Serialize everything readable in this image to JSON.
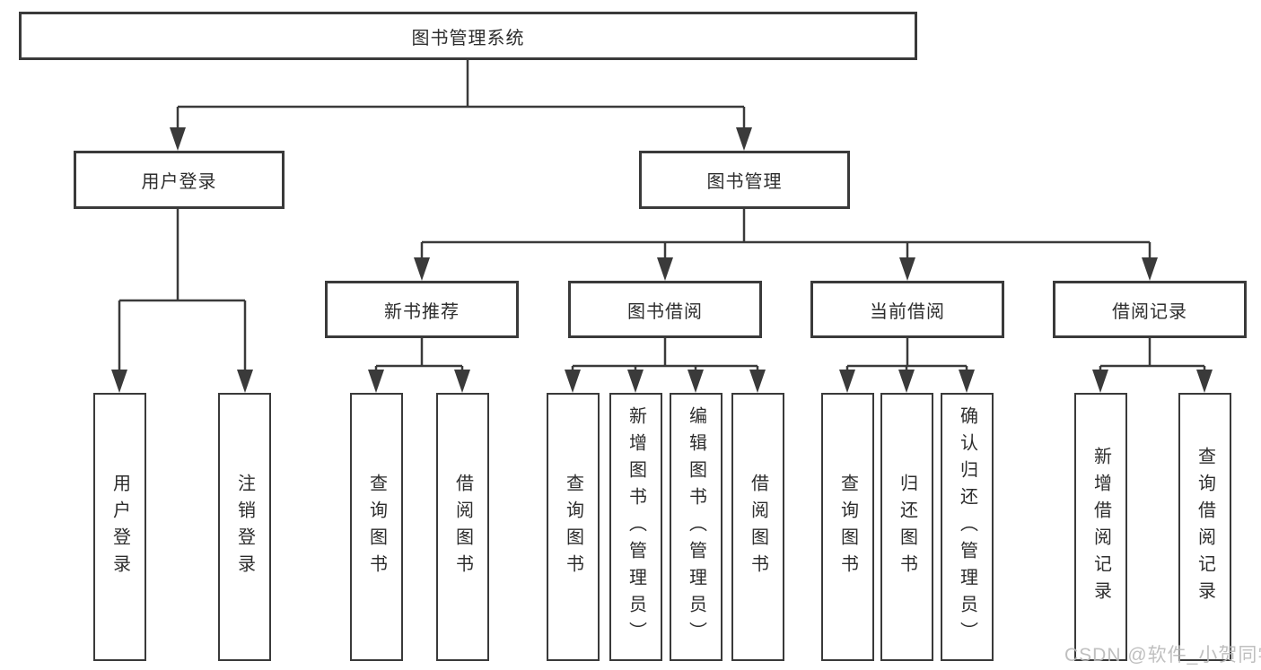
{
  "root_label": "图书管理系统",
  "level2": [
    {
      "label": "用户登录"
    },
    {
      "label": "图书管理"
    }
  ],
  "login_children": [
    "用户登录",
    "注销登录"
  ],
  "groups": [
    {
      "label": "新书推荐",
      "children": [
        "查询图书",
        "借阅图书"
      ]
    },
    {
      "label": "图书借阅",
      "children": [
        "查询图书",
        "新增图书（管理员）",
        "编辑图书（管理员）",
        "借阅图书"
      ]
    },
    {
      "label": "当前借阅",
      "children": [
        "查询图书",
        "归还图书",
        "确认归还（管理员）"
      ]
    },
    {
      "label": "借阅记录",
      "children": [
        "新增借阅记录",
        "查询借阅记录"
      ]
    }
  ],
  "watermark": "CSDN @软件_小贺同学",
  "colors": {
    "line": "#3a3a3a",
    "text": "#2d2d2d",
    "watermark": "#b9b9b9",
    "background": "#ffffff"
  }
}
